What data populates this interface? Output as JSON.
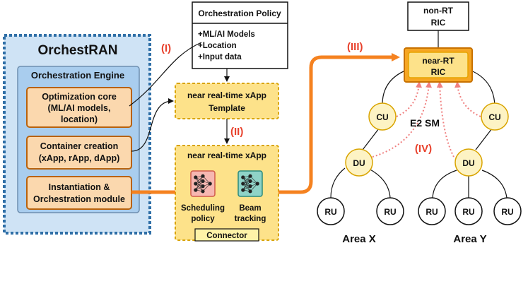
{
  "orchestran": {
    "title": "OrchestRAN",
    "engine_title": "Orchestration Engine",
    "modules": [
      [
        "Optimization core",
        "(ML/AI models,",
        "location)"
      ],
      [
        "Container creation",
        "(xApp, rApp, dApp)"
      ],
      [
        "Instantiation &",
        "Orchestration module"
      ]
    ]
  },
  "policy": {
    "title": "Orchestration Policy",
    "items": [
      "+ML/AI Models",
      "+Location",
      "+Input data"
    ]
  },
  "template": {
    "lines": [
      "near real-time xApp",
      "Template"
    ]
  },
  "xapp": {
    "title": "near real-time xApp",
    "models": [
      {
        "label": [
          "Scheduling",
          "policy"
        ],
        "icon": "neural-network-icon",
        "color": "#f6b7b1"
      },
      {
        "label": [
          "Beam",
          "tracking"
        ],
        "icon": "neural-network-icon",
        "color": "#8fd3c7"
      }
    ],
    "connector": "Connector"
  },
  "steps": {
    "i": "(I)",
    "ii": "(II)",
    "iii": "(III)",
    "iv": "(IV)"
  },
  "network": {
    "non_rt_ric": [
      "non-RT",
      "RIC"
    ],
    "near_rt_ric": [
      "near-RT",
      "RIC"
    ],
    "e2sm": "E2 SM",
    "cu": "CU",
    "du": "DU",
    "ru": "RU",
    "area_x": "Area X",
    "area_y": "Area Y"
  },
  "colors": {
    "accent": "#f58220",
    "step_label": "#e8412c",
    "e2_link": "#f08080",
    "outer_panel": "#cfe3f5",
    "outer_border": "#2f6fa7",
    "inner_panel": "#a9cdee",
    "module_fill": "#fbd8ae",
    "module_border": "#b8620d",
    "yellow_fill": "#fde28a",
    "yellow_border": "#d9a400",
    "node_fill": "#fdf3c4"
  }
}
